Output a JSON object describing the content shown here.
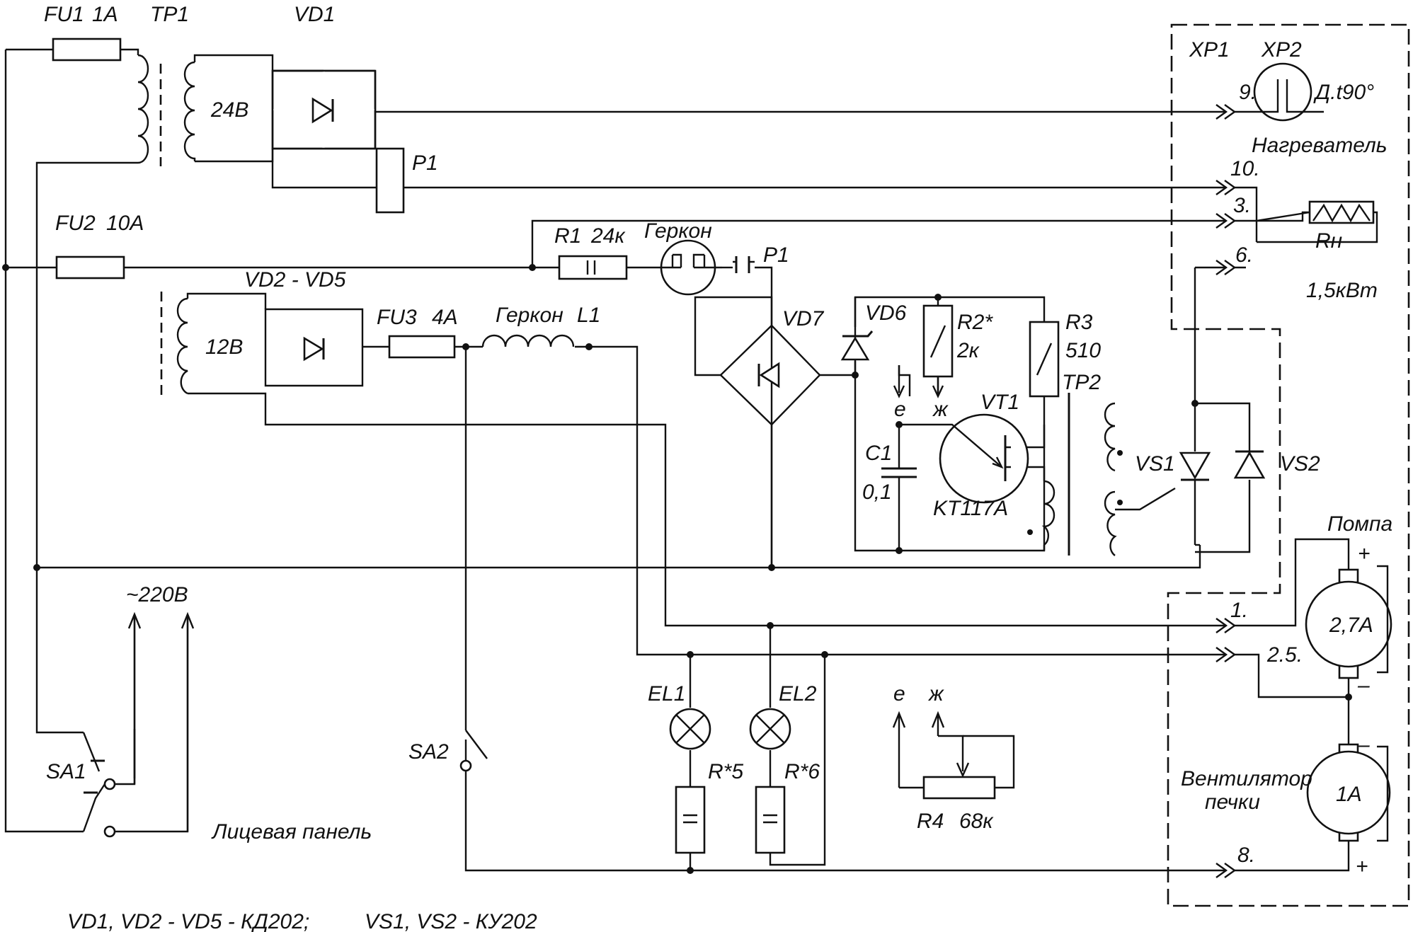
{
  "colors": {
    "ink": "#111111",
    "paper": "#ffffff"
  },
  "labels": {
    "fu1": "FU1",
    "fu1_rating": "1A",
    "tp1": "TP1",
    "vd1": "VD1",
    "v24": "24B",
    "p1": "P1",
    "fu2": "FU2",
    "fu2_rating": "10A",
    "r1": "R1",
    "r1_value": "24к",
    "gerkon1": "Геркон",
    "p1_contact": "P1",
    "vd2_vd5": "VD2 - VD5",
    "v12": "12B",
    "fu3": "FU3",
    "fu3_rating": "4A",
    "gerkon2": "Геркон",
    "l1": "L1",
    "vd7": "VD7",
    "vd6": "VD6",
    "r2": "R2*",
    "r2_value": "2к",
    "r3": "R3",
    "r3_value": "510",
    "tp2": "TP2",
    "vt1": "VT1",
    "vt1_type": "KT117A",
    "c1": "C1",
    "c1_value": "0,1",
    "tap_e": "е",
    "tap_zh": "ж",
    "xp1": "XP1",
    "xp2": "XP2",
    "pin9": "9.",
    "sensor": "Д.t90°",
    "heater": "Нагреватель",
    "pin10": "10.",
    "pin3": "3.",
    "rn": "Rн",
    "pin6": "6.",
    "power": "1,5кВт",
    "vs1": "VS1",
    "vs2": "VS2",
    "pump": "Помпа",
    "pump_current": "2,7A",
    "pin1": "1.",
    "pin25": "2.5.",
    "plus": "+",
    "minus": "–",
    "mains": "~220B",
    "sa1": "SA1",
    "front_panel": "Лицевая панель",
    "sa2": "SA2",
    "el1": "EL1",
    "el2": "EL2",
    "r5": "R*5",
    "r6": "R*6",
    "r4_e": "е",
    "r4_zh": "ж",
    "r4": "R4",
    "r4_value": "68к",
    "fan": "Вентилятор",
    "fan2": "печки",
    "fan_current": "1A",
    "pin8": "8.",
    "footnote1": "VD1, VD2 - VD5  -  КД202;",
    "footnote2": "VS1, VS2  -  КУ202"
  }
}
